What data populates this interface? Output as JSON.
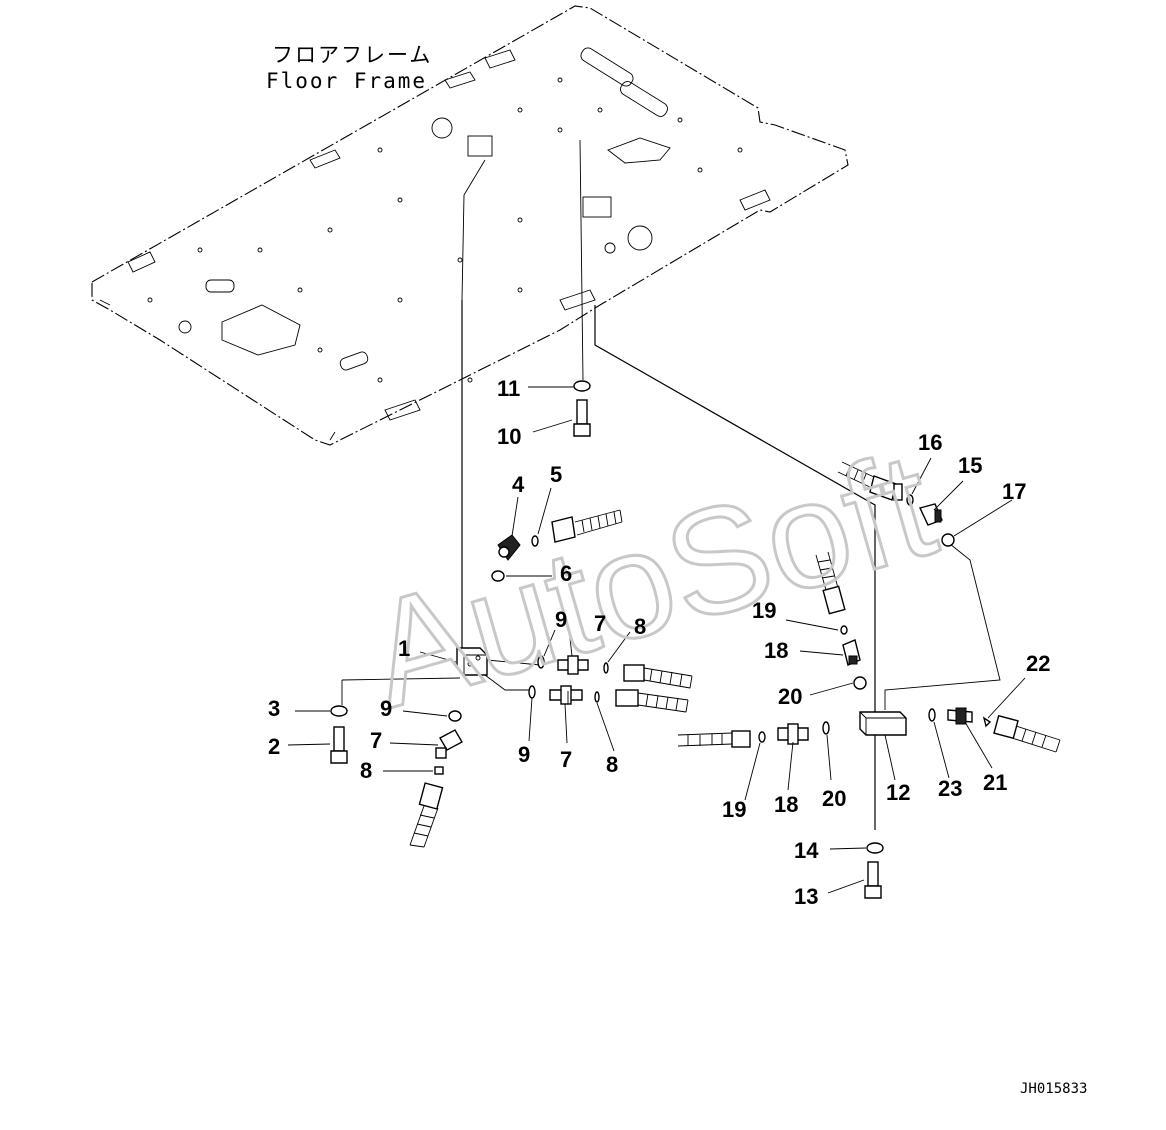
{
  "frame_label": {
    "japanese": "フロアフレーム",
    "english": "Floor Frame"
  },
  "watermark": "AutoSoft",
  "drawing_id": "JH015833",
  "callouts": [
    {
      "id": "c11a",
      "text": "11"
    },
    {
      "id": "c10",
      "text": "10"
    },
    {
      "id": "c4",
      "text": "4"
    },
    {
      "id": "c5",
      "text": "5"
    },
    {
      "id": "c6",
      "text": "6"
    },
    {
      "id": "c1",
      "text": "1"
    },
    {
      "id": "c9a",
      "text": "9"
    },
    {
      "id": "c7a",
      "text": "7"
    },
    {
      "id": "c8a",
      "text": "8"
    },
    {
      "id": "c3",
      "text": "3"
    },
    {
      "id": "c9b",
      "text": "9"
    },
    {
      "id": "c2",
      "text": "2"
    },
    {
      "id": "c7b",
      "text": "7"
    },
    {
      "id": "c8b",
      "text": "8"
    },
    {
      "id": "c9c",
      "text": "9"
    },
    {
      "id": "c7c",
      "text": "7"
    },
    {
      "id": "c8c",
      "text": "8"
    },
    {
      "id": "c16",
      "text": "16"
    },
    {
      "id": "c15",
      "text": "15"
    },
    {
      "id": "c17",
      "text": "17"
    },
    {
      "id": "c19a",
      "text": "19"
    },
    {
      "id": "c18a",
      "text": "18"
    },
    {
      "id": "c20a",
      "text": "20"
    },
    {
      "id": "c22",
      "text": "22"
    },
    {
      "id": "c19b",
      "text": "19"
    },
    {
      "id": "c18b",
      "text": "18"
    },
    {
      "id": "c20b",
      "text": "20"
    },
    {
      "id": "c12",
      "text": "12"
    },
    {
      "id": "c23",
      "text": "23"
    },
    {
      "id": "c21",
      "text": "21"
    },
    {
      "id": "c14",
      "text": "14"
    },
    {
      "id": "c13",
      "text": "13"
    }
  ]
}
